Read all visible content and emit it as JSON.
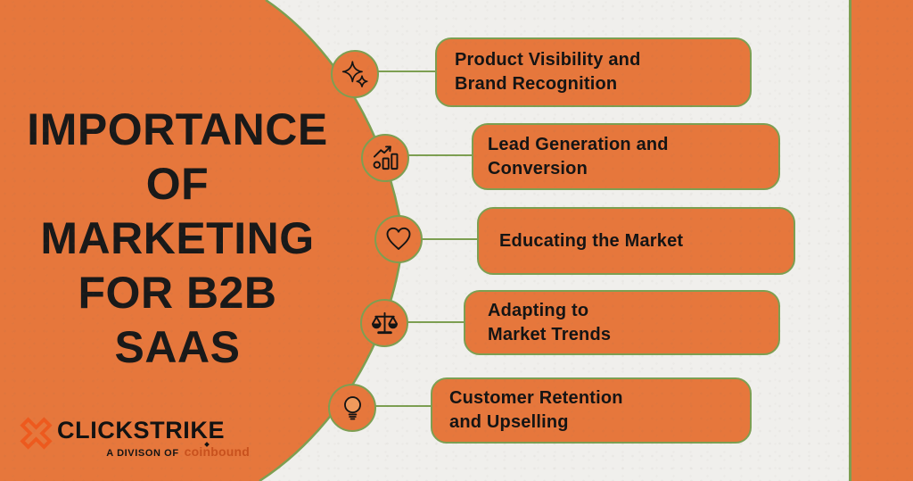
{
  "title": {
    "line1": "IMPORTANCE",
    "line2": "OF",
    "line3": "MARKETING",
    "line4": "FOR B2B",
    "line5": "SAAS"
  },
  "items": [
    {
      "icon": "sparkles-icon",
      "line1": "Product Visibility and",
      "line2": "Brand Recognition"
    },
    {
      "icon": "growth-chart-icon",
      "line1": "Lead Generation and",
      "line2": "Conversion"
    },
    {
      "icon": "heart-icon",
      "line1": "Educating the Market",
      "line2": ""
    },
    {
      "icon": "scales-icon",
      "line1": "Adapting to",
      "line2": "Market Trends"
    },
    {
      "icon": "lightbulb-icon",
      "line1": "Customer Retention",
      "line2": "and Upselling"
    }
  ],
  "logo": {
    "brand": "CLICKSTRIKE",
    "tagline_prefix": "A DIVISON OF",
    "tagline_brand": "coinbound"
  },
  "colors": {
    "orange": "#e6773c",
    "olive_green": "#7d9f52",
    "background": "#f0efec",
    "text_black": "#1a1a1a",
    "coinbound_orange": "#c8511d",
    "logo_x_orange": "#ee5a1e"
  }
}
